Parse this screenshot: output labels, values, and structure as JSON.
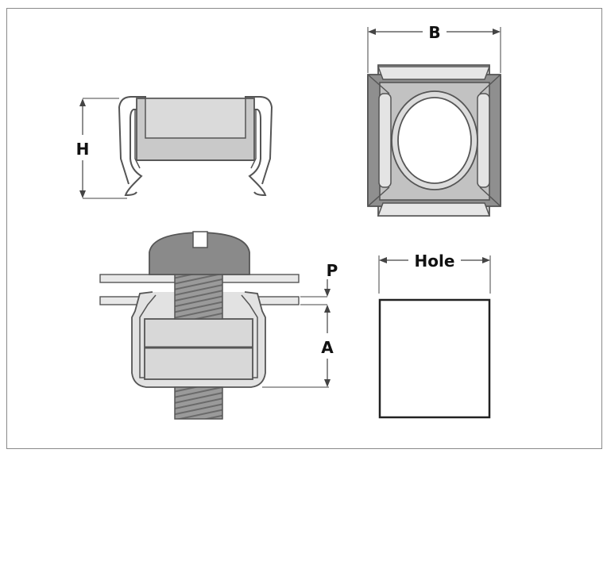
{
  "diagram": {
    "labels": {
      "height": "H",
      "width": "B",
      "panel_thickness": "P",
      "dimension_a": "A",
      "hole": "Hole"
    },
    "colors": {
      "outline": "#555555",
      "fill_light": "#d9d9d9",
      "fill_mid": "#c8c8c8",
      "fill_dark": "#8f8f8f",
      "screw_head": "#8a8a8a",
      "frame_border": "#8a8a8a"
    }
  }
}
